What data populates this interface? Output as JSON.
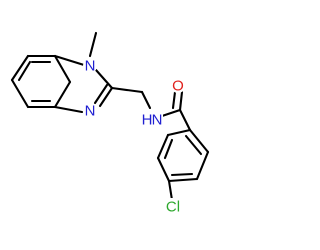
{
  "molecule": {
    "labels": {
      "n_methyl": "N",
      "n_imine": "N",
      "n_amide": "N",
      "h_amide": "H",
      "o": "O",
      "cl": "Cl"
    },
    "colors": {
      "bond": "#000000",
      "nitrogen": "#1f1fd1",
      "oxygen": "#e0211d",
      "chlorine": "#2ea82e"
    }
  }
}
